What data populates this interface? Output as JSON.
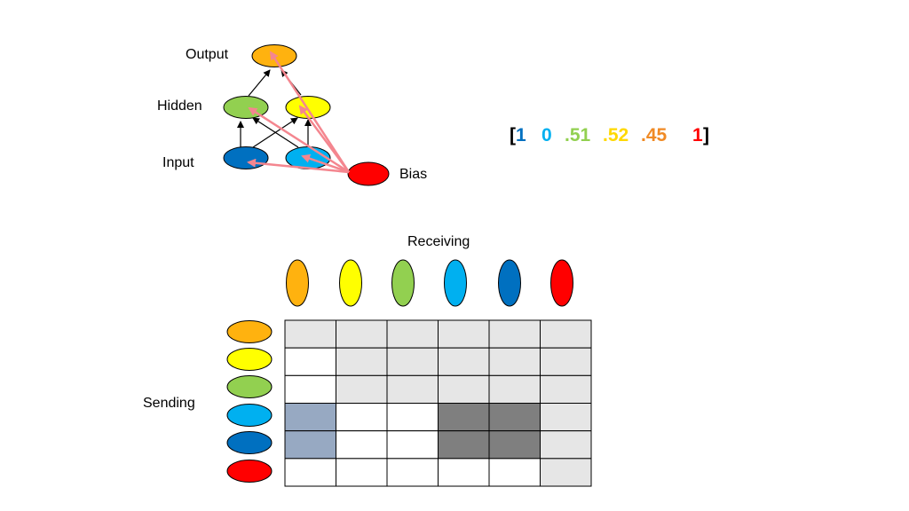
{
  "colors": {
    "output": "#FFB20F",
    "hidden_green": "#92D050",
    "hidden_yellow": "#FFFF00",
    "input_light_blue": "#00B0F0",
    "input_dark_blue": "#0070C0",
    "bias": "#FF0000",
    "bias_arrow": "#F4868F",
    "cell_light_gray": "#E6E6E6",
    "cell_white": "#FFFFFF",
    "cell_slate": "#97A9C2",
    "cell_dark_gray": "#7F7F7F",
    "grid_line": "#000000",
    "bracket": "#000000"
  },
  "network": {
    "output_label": "Output",
    "hidden_label": "Hidden",
    "input_label": "Input",
    "bias_label": "Bias"
  },
  "vector": {
    "open_bracket": "[",
    "close_bracket": "]",
    "values": [
      {
        "text": "1",
        "color": "#0070C0"
      },
      {
        "text": "0",
        "color": "#00B0F0"
      },
      {
        "text": ".51",
        "color": "#92D050"
      },
      {
        "text": ".52",
        "color": "#FFD800"
      },
      {
        "text": ".45",
        "color": "#F08A24"
      },
      {
        "text": "1",
        "color": "#FF0000"
      }
    ]
  },
  "matrix": {
    "receiving_label": "Receiving",
    "sending_label": "Sending",
    "receiving_units": [
      "output",
      "hidden-yellow",
      "hidden-green",
      "input-light-blue",
      "input-dark-blue",
      "bias"
    ],
    "sending_units": [
      "output",
      "hidden-yellow",
      "hidden-green",
      "input-light-blue",
      "input-dark-blue",
      "bias"
    ],
    "cells": [
      [
        "light-gray",
        "light-gray",
        "light-gray",
        "light-gray",
        "light-gray",
        "light-gray"
      ],
      [
        "white",
        "light-gray",
        "light-gray",
        "light-gray",
        "light-gray",
        "light-gray"
      ],
      [
        "white",
        "light-gray",
        "light-gray",
        "light-gray",
        "light-gray",
        "light-gray"
      ],
      [
        "slate",
        "white",
        "white",
        "dark-gray",
        "dark-gray",
        "light-gray"
      ],
      [
        "slate",
        "white",
        "white",
        "dark-gray",
        "dark-gray",
        "light-gray"
      ],
      [
        "white",
        "white",
        "white",
        "white",
        "white",
        "light-gray"
      ]
    ]
  }
}
